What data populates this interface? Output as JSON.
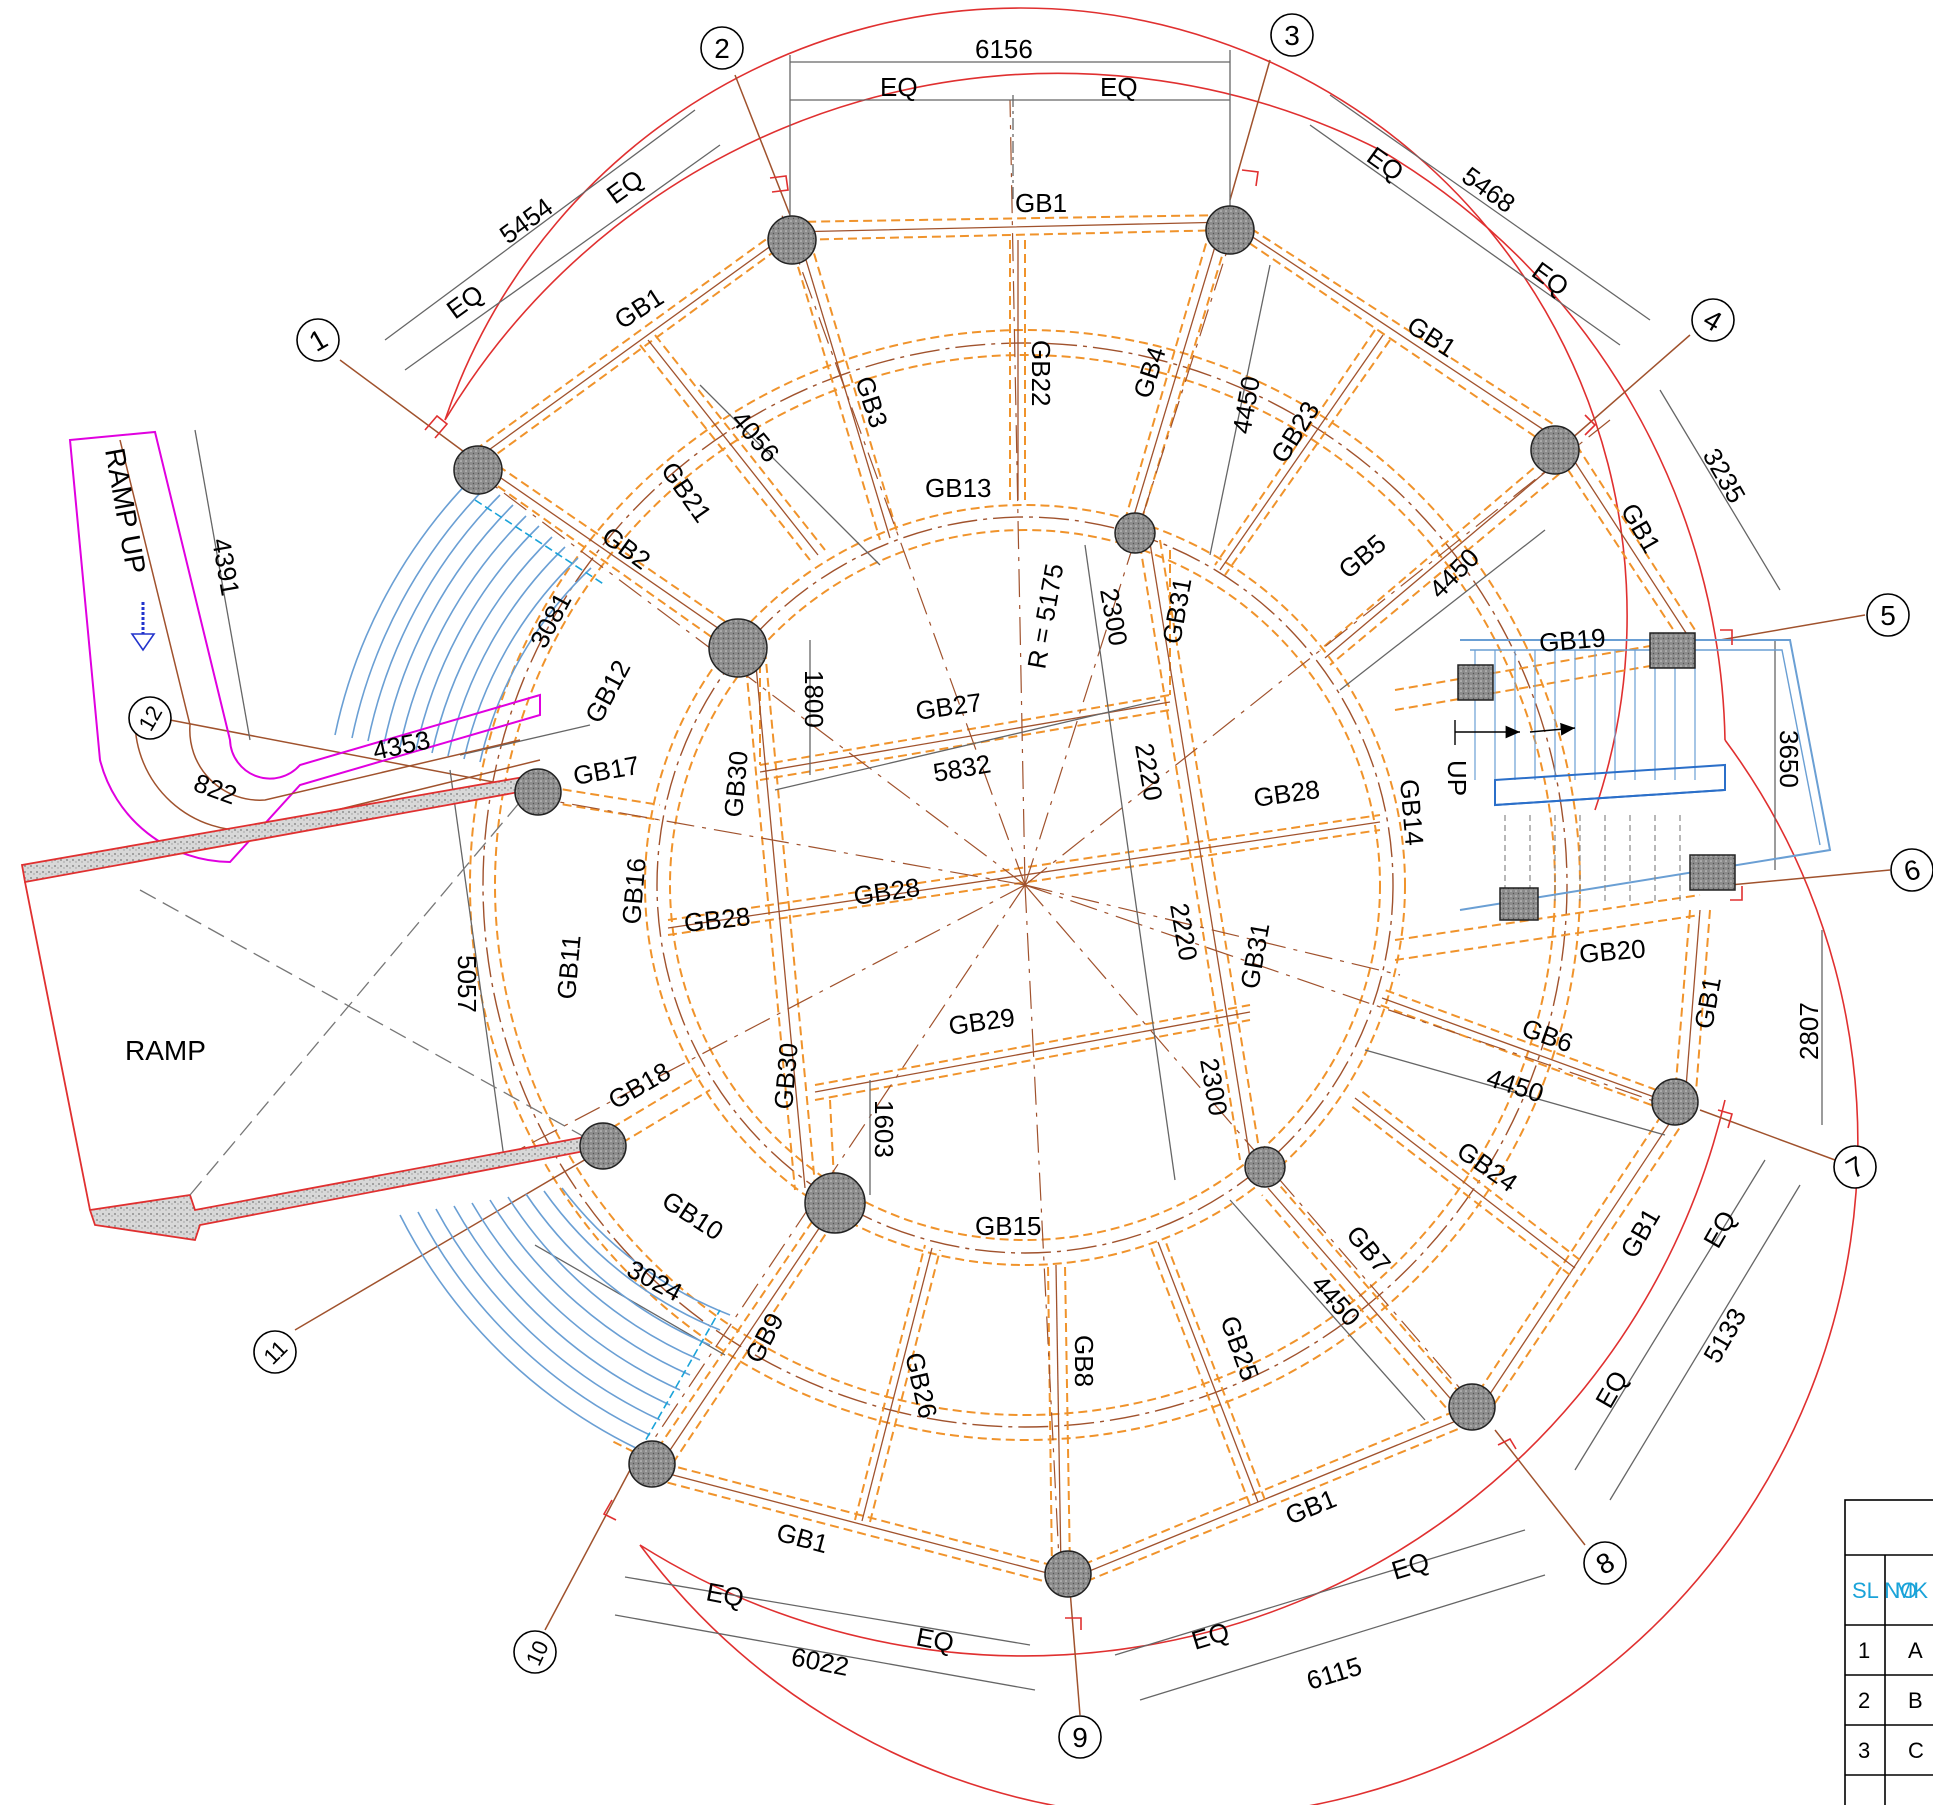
{
  "grid_labels": [
    "1",
    "2",
    "3",
    "4",
    "5",
    "6",
    "7",
    "8",
    "9",
    "10",
    "11",
    "12"
  ],
  "beam_labels": {
    "gb1": "GB1",
    "gb2": "GB2",
    "gb3": "GB3",
    "gb4": "GB4",
    "gb5": "GB5",
    "gb6": "GB6",
    "gb7": "GB7",
    "gb8": "GB8",
    "gb9": "GB9",
    "gb10": "GB10",
    "gb11": "GB11",
    "gb12": "GB12",
    "gb13": "GB13",
    "gb14": "GB14",
    "gb15": "GB15",
    "gb16": "GB16",
    "gb17": "GB17",
    "gb18": "GB18",
    "gb19": "GB19",
    "gb20": "GB20",
    "gb21": "GB21",
    "gb22": "GB22",
    "gb23": "GB23",
    "gb24": "GB24",
    "gb25": "GB25",
    "gb26": "GB26",
    "gb27": "GB27",
    "gb28": "GB28",
    "gb29": "GB29",
    "gb30": "GB30",
    "gb31": "GB31"
  },
  "dimensions": {
    "eq": "EQ",
    "top_span": "6156",
    "upper_left_span": "5454",
    "upper_right_span": "5468",
    "right_span": "5133",
    "bottom_left_span": "6022",
    "bottom_right_span": "6115",
    "d3235": "3235",
    "d3650": "3650",
    "d2807": "2807",
    "d4450": "4450",
    "d4056": "4056",
    "d4391": "4391",
    "d3081": "3081",
    "d4353": "4353",
    "d822": "822",
    "d5057": "5057",
    "d3024": "3024",
    "d1800": "1800",
    "d5832": "5832",
    "d1603": "1603",
    "d2300": "2300",
    "d2220": "2220",
    "radius": "R = 5175"
  },
  "annotations": {
    "ramp_up": "RAMP UP",
    "ramp": "RAMP",
    "up": "UP"
  },
  "schedule_table": {
    "header": [
      "SL NO",
      "MK"
    ],
    "rows": [
      [
        "1",
        "A"
      ],
      [
        "2",
        "B"
      ],
      [
        "3",
        "C"
      ]
    ]
  },
  "colors": {
    "beam_dash": "#f0932b",
    "beam_center": "#a0522d",
    "outline": "#e03030",
    "stairs": "#6a9fd4",
    "ramp_up_border": "#e000e0",
    "dimension": "#555555",
    "column_fill": "#8a8a8a",
    "table_header": "#1aa3d9",
    "arrow_blue": "#2233cc"
  }
}
